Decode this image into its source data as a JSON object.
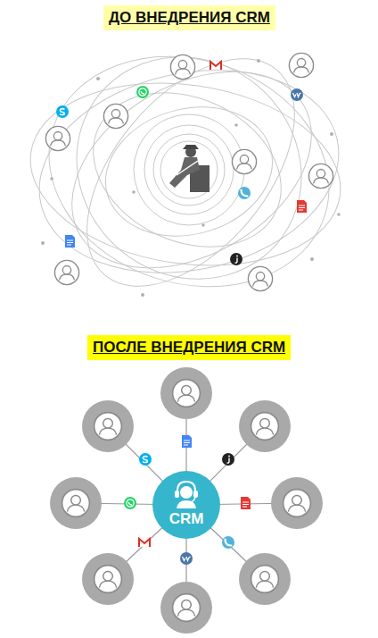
{
  "diagram": {
    "title": "ДО ВНЕДРЕНИЯ CRM",
    "nodes": [
      {
        "text": [
          "CRM"
        ]
      }
    ],
    "labels": [
      "ПОСЛЕ ВНЕДРЕНИЯ CRM"
    ]
  }
}
